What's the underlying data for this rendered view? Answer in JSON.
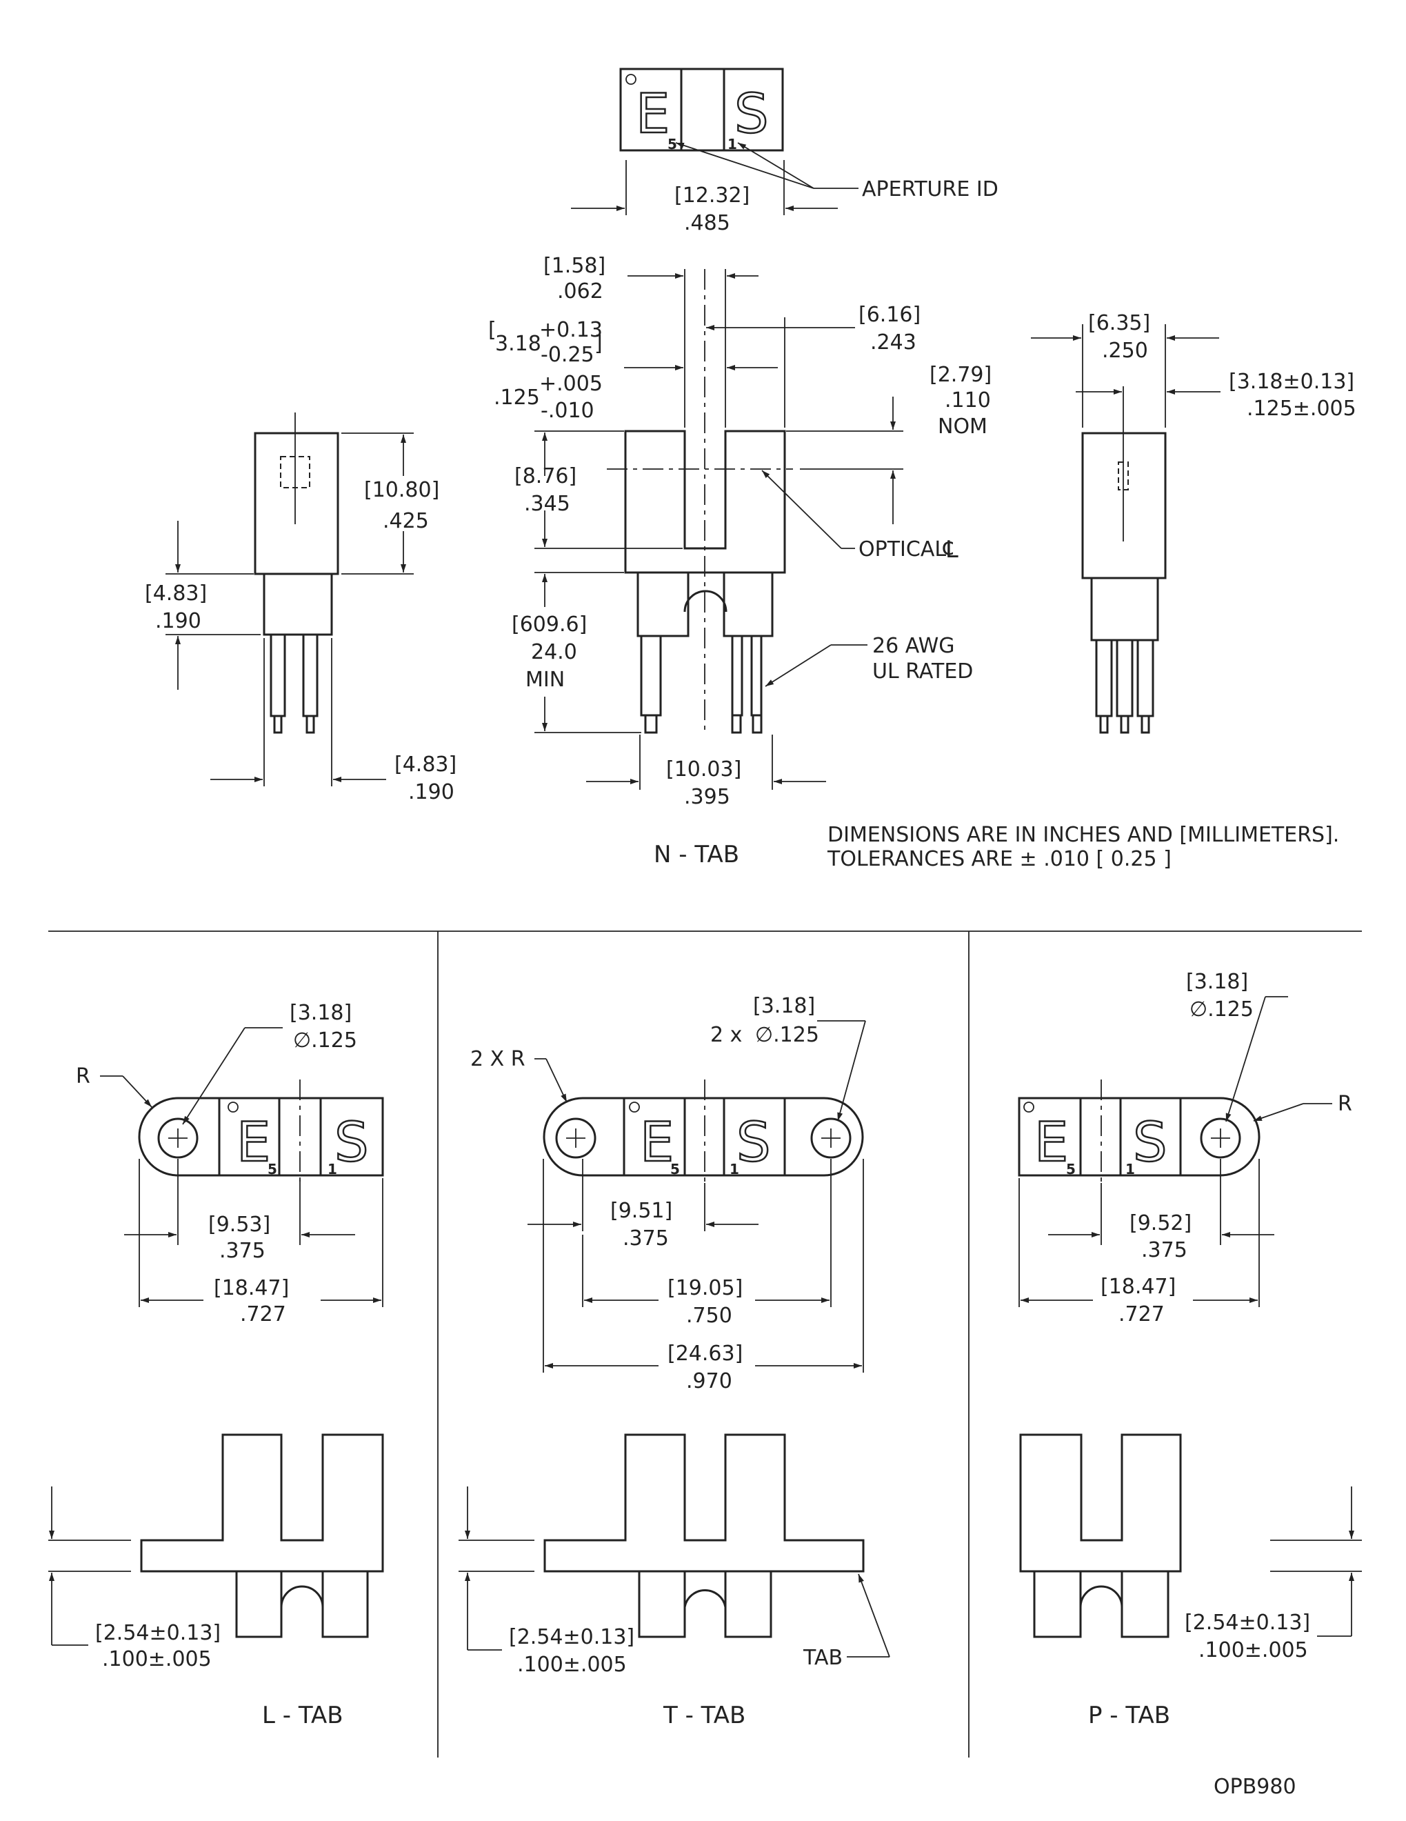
{
  "top_view": {
    "left_letter": "E",
    "right_letter": "S",
    "left_pin": "5",
    "right_pin": "1",
    "width_mm": "12.32",
    "width_in": ".485",
    "aperture_label": "APERTURE ID"
  },
  "n_tab": {
    "title": "N - TAB",
    "slot_mm": "1.58",
    "slot_in": ".062",
    "slot_to_cl_mm": "6.16",
    "slot_to_cl_in": ".243",
    "depth_mm": "3.18",
    "depth_mm_plus": "+0.13",
    "depth_mm_minus": "-0.25",
    "depth_in": ".125",
    "depth_in_plus": "+.005",
    "depth_in_minus": "-.010",
    "optical_offset_mm": "2.79",
    "optical_offset_in": ".110",
    "optical_offset_note": "NOM",
    "height_mm": "8.76",
    "height_in": ".345",
    "optical_label": "OPTICAL",
    "lead_mm": "609.6",
    "lead_in": "24.0",
    "lead_note": "MIN",
    "wire_line1": "26 AWG",
    "wire_line2": "UL RATED",
    "width_mm": "10.03",
    "width_in": ".395"
  },
  "side_view": {
    "body_mm": "10.80",
    "body_in": ".425",
    "lead_mm": "4.83",
    "lead_in": ".190",
    "bottom_mm": "4.83",
    "bottom_in": ".190"
  },
  "right_view": {
    "width_mm": "6.35",
    "width_in": ".250",
    "offset": "[3.18±0.13]",
    "offset_in": ".125±.005"
  },
  "notes": {
    "line1": "DIMENSIONS ARE IN INCHES AND [MILLIMETERS].",
    "line2": "TOLERANCES ARE ± .010 [ 0.25 ]"
  },
  "l_tab": {
    "title": "L - TAB",
    "radius_label": "R",
    "hole_mm": "3.18",
    "hole_in": "∅.125",
    "pitch_mm": "9.53",
    "pitch_in": ".375",
    "total_mm": "18.47",
    "total_in": ".727",
    "tab_mm": "[2.54±0.13]",
    "tab_in": ".100±.005"
  },
  "t_tab": {
    "title": "T - TAB",
    "radius_label": "2 X R",
    "hole_mm": "3.18",
    "hole_prefix": "2 x",
    "hole_in": "∅.125",
    "pitch_mm": "9.51",
    "pitch_in": ".375",
    "center_mm": "19.05",
    "center_in": ".750",
    "total_mm": "24.63",
    "total_in": ".970",
    "tab_mm": "[2.54±0.13]",
    "tab_in": ".100±.005",
    "tab_label": "TAB"
  },
  "p_tab": {
    "title": "P - TAB",
    "radius_label": "R",
    "hole_mm": "3.18",
    "hole_in": "∅.125",
    "pitch_mm": "9.52",
    "pitch_in": ".375",
    "total_mm": "18.47",
    "total_in": ".727",
    "tab_mm": "[2.54±0.13]",
    "tab_in": ".100±.005"
  },
  "part_number": "OPB980"
}
